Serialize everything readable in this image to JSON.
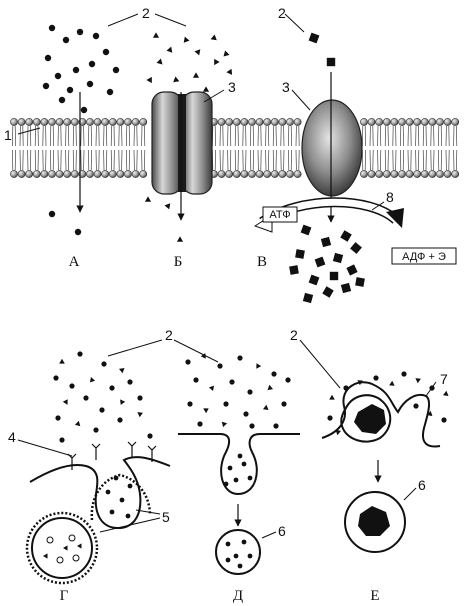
{
  "labels": {
    "n1": "1",
    "n2a": "2",
    "n2b": "2",
    "n2c": "2",
    "n2d": "2",
    "n2e": "2",
    "n3a": "3",
    "n3b": "3",
    "n4": "4",
    "n5": "5",
    "n6a": "6",
    "n6b": "6",
    "n7": "7",
    "n8": "8"
  },
  "panels": {
    "A": "А",
    "B": "Б",
    "V": "В",
    "G": "Г",
    "D": "Д",
    "E": "Е"
  },
  "boxes": {
    "atp": "АТФ",
    "adp": "АДФ + Э"
  },
  "colors": {
    "ink": "#111111",
    "protein_light": "#c8c8c8",
    "protein_dark": "#5a5a5a",
    "lipid_head": "#b8b8b8"
  }
}
